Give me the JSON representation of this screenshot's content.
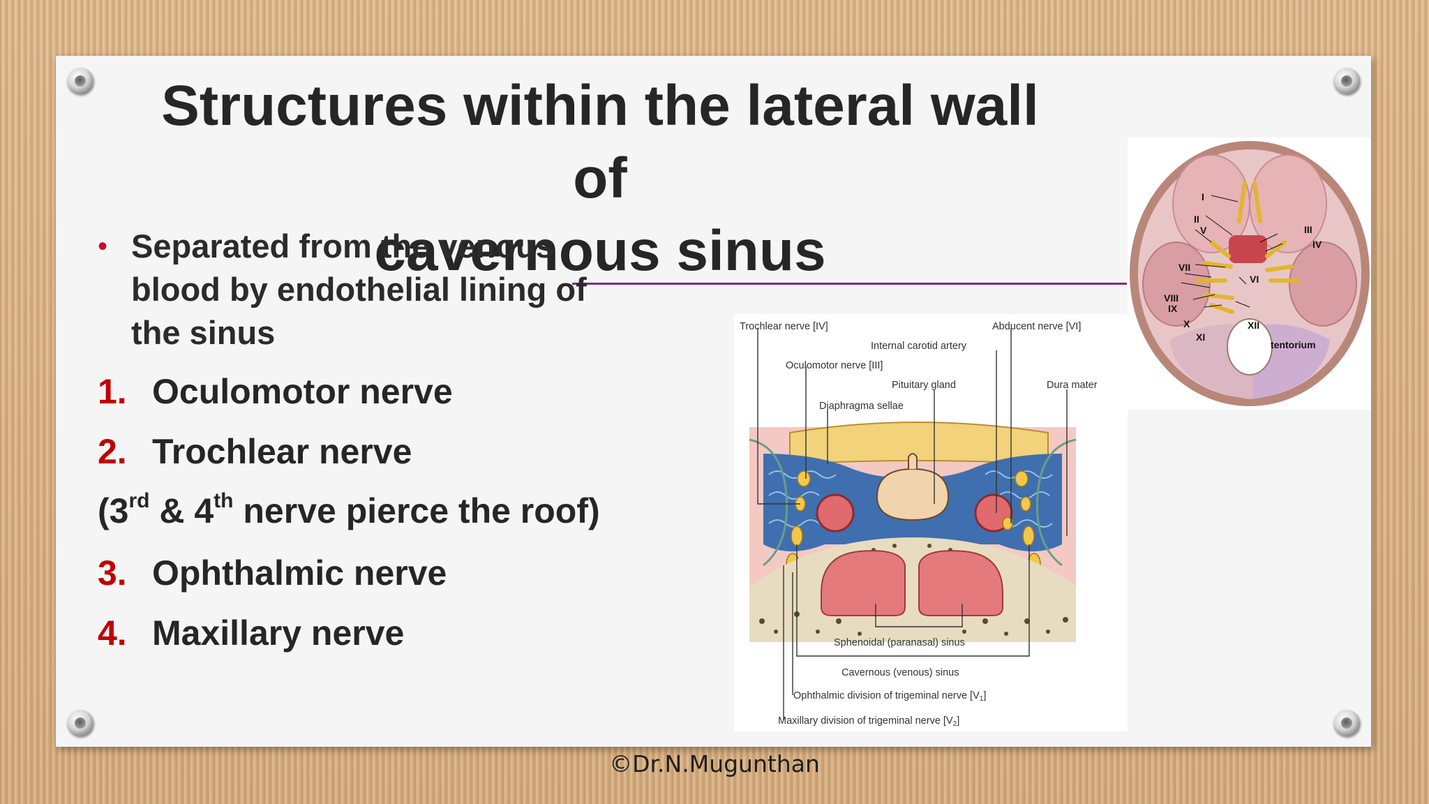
{
  "slide": {
    "title_line1": "Structures within the lateral wall of",
    "title_line2": "cavernous sinus",
    "bullet": {
      "marker": "•",
      "lines": [
        "Separated from the venous",
        "blood by endothelial lining of",
        "the sinus"
      ]
    },
    "numbered_items": [
      {
        "number": "1.",
        "text": "Oculomotor nerve"
      },
      {
        "number": "2.",
        "text": "Trochlear nerve"
      },
      {
        "number": "3.",
        "text": "Ophthalmic nerve"
      },
      {
        "number": "4.",
        "text": "Maxillary nerve"
      }
    ],
    "note": {
      "open": "(3",
      "sup1": "rd",
      "mid": " & 4",
      "sup2": "th",
      "rest": " nerve pierce the roof)"
    },
    "footer": "©Dr.N.Mugunthan"
  },
  "figure_section": {
    "labels": {
      "trochlear": "Trochlear nerve [IV]",
      "abducent": "Abducent nerve [VI]",
      "internal_carotid": "Internal carotid artery",
      "oculomotor": "Oculomotor nerve [III]",
      "pituitary": "Pituitary gland",
      "dura": "Dura mater",
      "diaphragma": "Diaphragma sellae",
      "sphenoidal": "Sphenoidal (paranasal) sinus",
      "cavernous": "Cavernous (venous) sinus",
      "ophthalmic_div": "Ophthalmic division of trigeminal nerve [V",
      "ophthalmic_sub": "1",
      "maxillary_div": "Maxillary division of trigeminal nerve [V",
      "maxillary_sub": "2",
      "close_bracket": "]"
    }
  },
  "brain_figure": {
    "labels": [
      "I",
      "II",
      "III",
      "IV",
      "V",
      "VI",
      "VII",
      "VIII",
      "IX",
      "X",
      "XI",
      "XII",
      "tentorium"
    ]
  },
  "colors": {
    "accent_red": "#c00000",
    "divider_purple": "#7b2c7e",
    "text": "#262626"
  }
}
